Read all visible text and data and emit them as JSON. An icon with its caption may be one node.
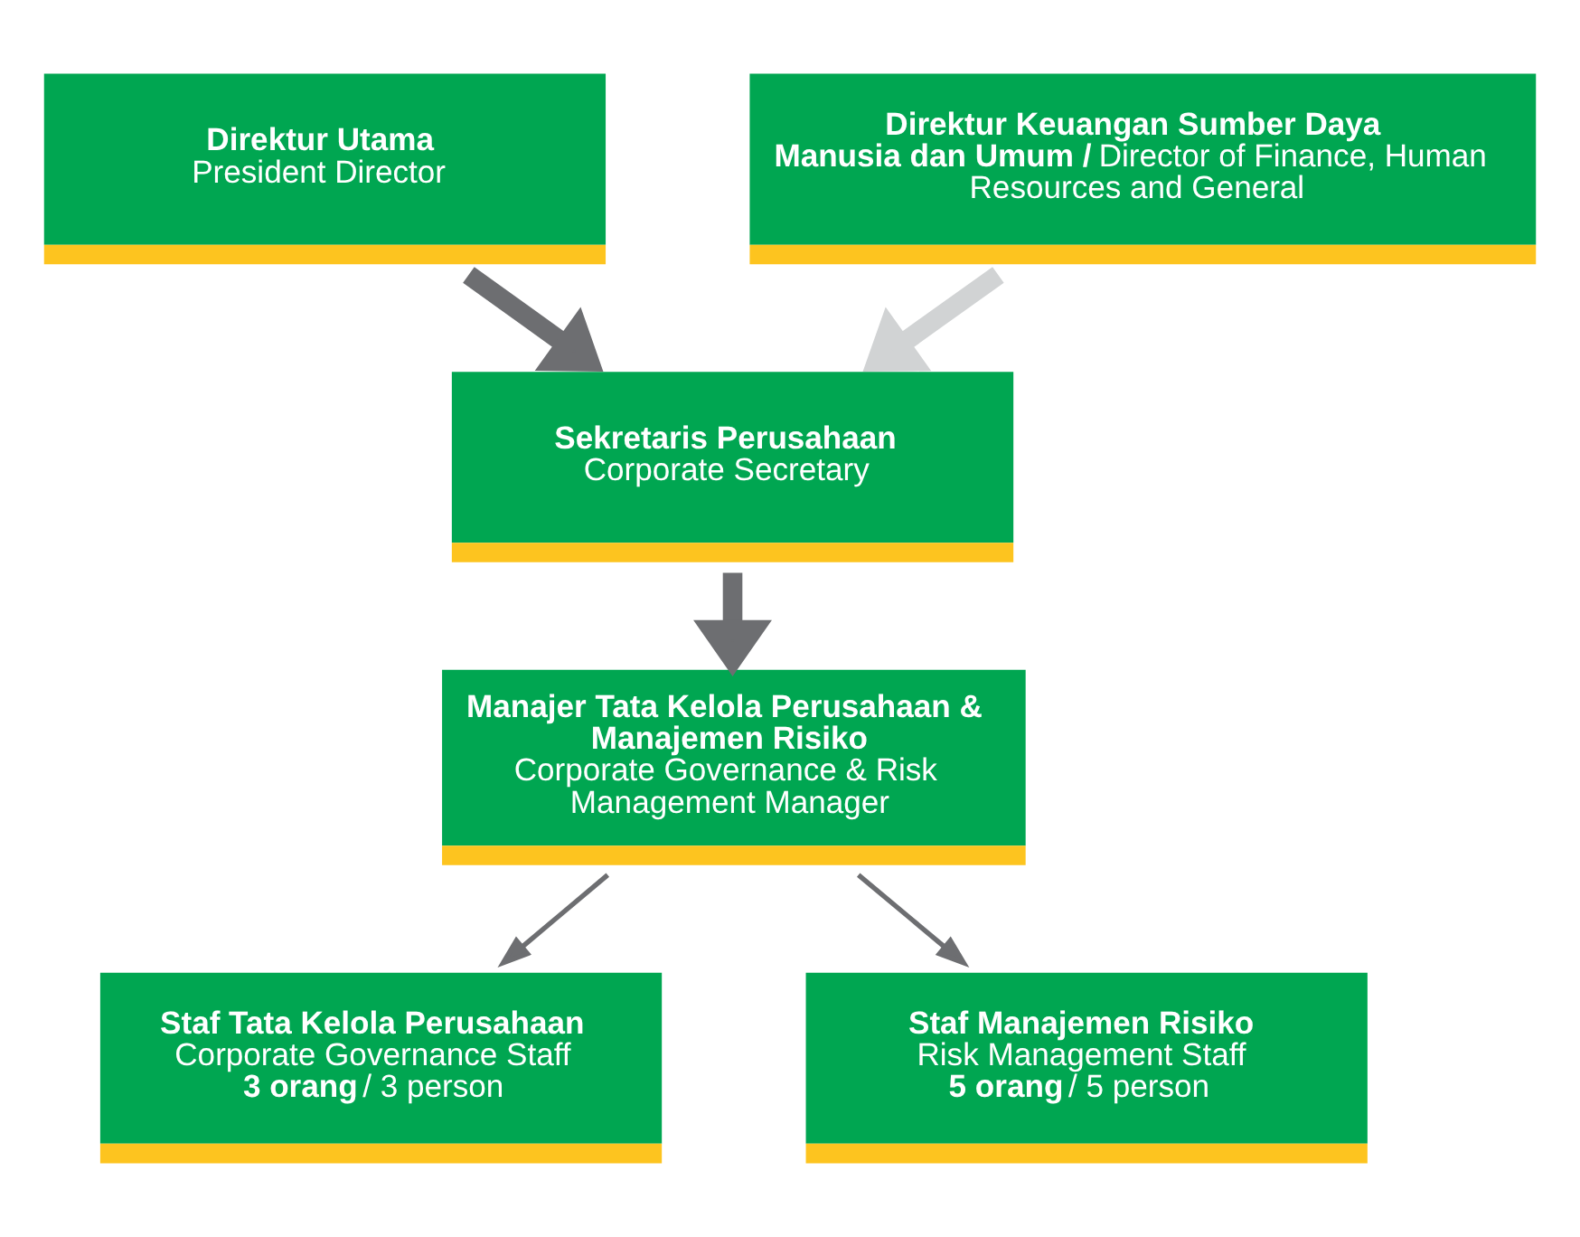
{
  "diagram": {
    "nodes": [
      {
        "text": [
          "Direktur Utama",
          "President Director"
        ]
      },
      {
        "text": [
          "**Direktur Keuangan Sumber Daya Manusia dan Umum /** Director of Finance, Human Resources and General"
        ]
      },
      {
        "text": [
          "Sekretaris Perusahaan",
          "Corporate Secretary"
        ]
      },
      {
        "text": [
          "Manajer Tata Kelola Perusahaan & Manajemen Risiko",
          "Corporate Governance & Risk Management Manager"
        ]
      },
      {
        "text": [
          "Staf Tata Kelola Perusahaan",
          "Corporate Governance Staff",
          "**3 orang** / 3 person"
        ]
      },
      {
        "text": [
          "Staf Manajemen Risiko",
          "Risk Management Staff",
          "**5 orang** / 5 person"
        ]
      }
    ],
    "edges": [
      {
        "from": 0,
        "to": 2,
        "arrow": "to"
      },
      {
        "from": 1,
        "to": 2,
        "arrow": "to",
        "color": "#d1d3d4"
      },
      {
        "from": 2,
        "to": 3,
        "arrow": "to"
      },
      {
        "from": 3,
        "to": 4,
        "arrow": "to"
      },
      {
        "from": 3,
        "to": 5,
        "arrow": "to"
      }
    ]
  }
}
